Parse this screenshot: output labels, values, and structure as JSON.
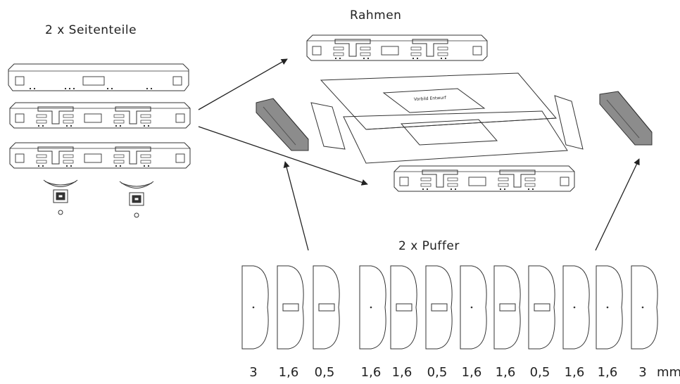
{
  "labels": {
    "seitenteile": "2 x Seitenteile",
    "rahmen": "Rahmen",
    "puffer": "2 x Puffer",
    "plate_text": "Vorbild Entwurf"
  },
  "thickness": {
    "values": [
      "3",
      "1,6",
      "0,5",
      "1,6",
      "1,6",
      "0,5",
      "1,6",
      "1,6",
      "0,5",
      "1,6",
      "1,6",
      "3"
    ],
    "unit": "mm"
  },
  "colors": {
    "line": "#333333",
    "shade": "#8c8c8c",
    "background": "#ffffff"
  }
}
